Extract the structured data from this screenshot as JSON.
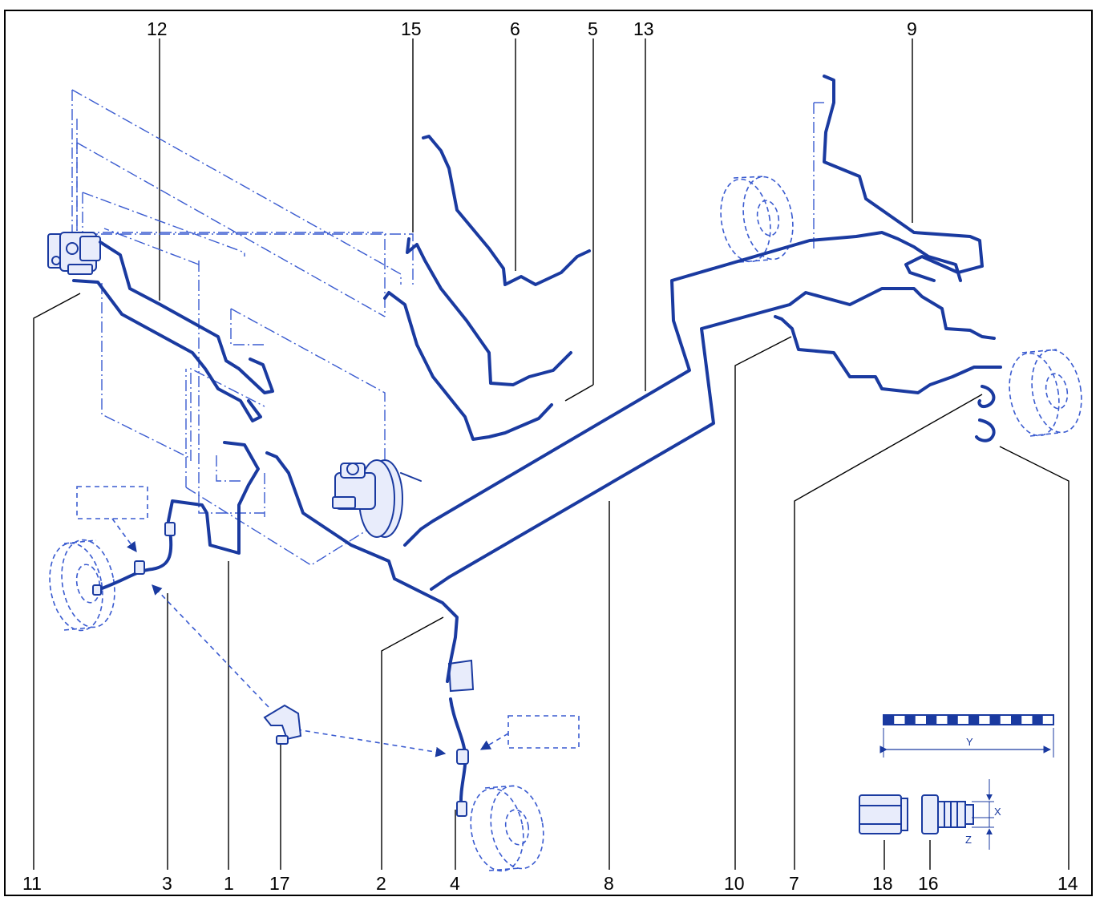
{
  "callouts": {
    "c1": "1",
    "c2": "2",
    "c3": "3",
    "c4": "4",
    "c5": "5",
    "c6": "6",
    "c7": "7",
    "c8": "8",
    "c9": "9",
    "c10": "10",
    "c11": "11",
    "c12": "12",
    "c13": "13",
    "c14": "14",
    "c15": "15",
    "c16": "16",
    "c17": "17",
    "c18": "18"
  },
  "dimensions": {
    "x": "X",
    "y": "Y",
    "z": "Z"
  },
  "colors": {
    "line": "#1a3aa0",
    "dash": "#3a5bd0",
    "text": "#000000"
  }
}
